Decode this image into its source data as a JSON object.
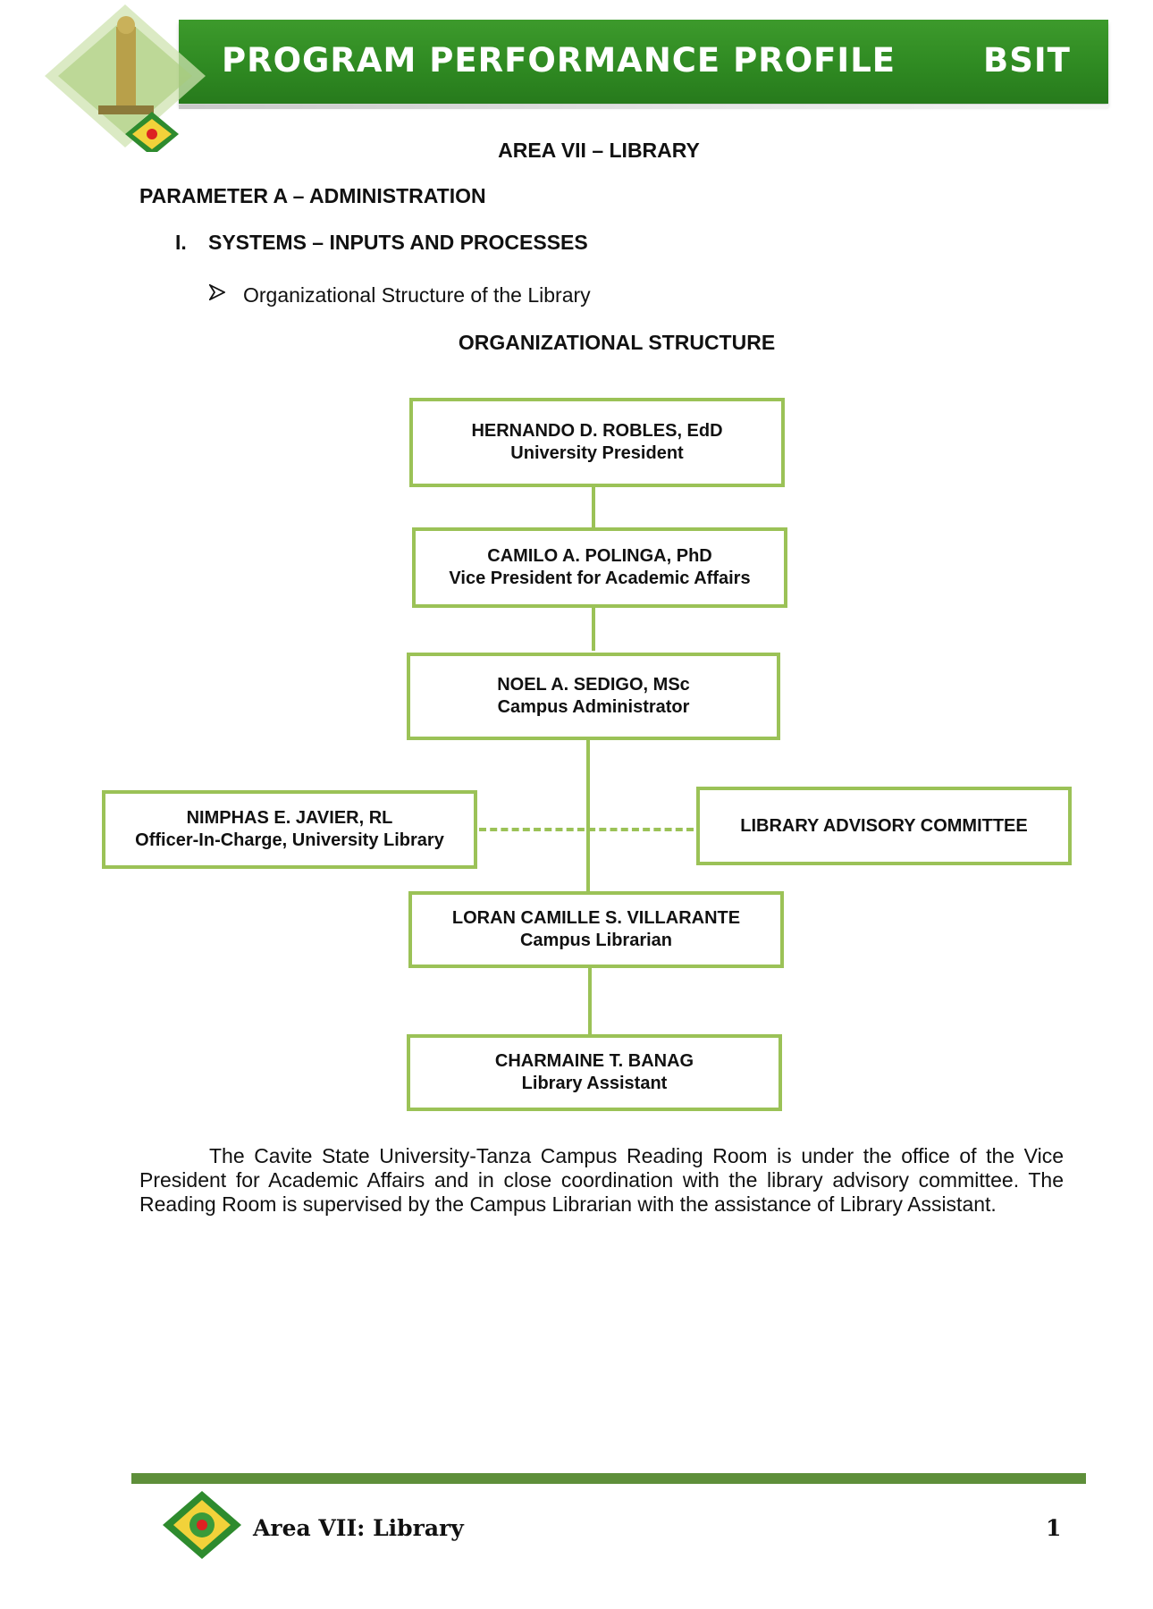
{
  "header": {
    "title": "PROGRAM PERFORMANCE PROFILE",
    "program": "BSIT"
  },
  "headings": {
    "area": "AREA VII – LIBRARY",
    "parameter": "PARAMETER A – ADMINISTRATION",
    "section_number": "I.",
    "section_title": "SYSTEMS – INPUTS AND PROCESSES",
    "bullet": "Organizational Structure of the Library",
    "chart_title": "ORGANIZATIONAL STRUCTURE"
  },
  "org_chart": {
    "president": {
      "name": "HERNANDO D. ROBLES, EdD",
      "role": "University President"
    },
    "vpaa": {
      "name": "CAMILO A. POLINGA, PhD",
      "role": "Vice President for Academic Affairs"
    },
    "campus_admin": {
      "name": "NOEL A. SEDIGO, MSc",
      "role": "Campus Administrator"
    },
    "oic_library": {
      "name": "NIMPHAS E. JAVIER, RL",
      "role": "Officer-In-Charge, University Library"
    },
    "advisory_committee": {
      "name": "LIBRARY ADVISORY COMMITTEE"
    },
    "campus_librarian": {
      "name": "LORAN CAMILLE S. VILLARANTE",
      "role": "Campus Librarian"
    },
    "library_assistant": {
      "name": "CHARMAINE T. BANAG",
      "role": "Library Assistant"
    }
  },
  "paragraph": "The Cavite State University-Tanza Campus Reading Room is under the office of the Vice President for Academic Affairs and in close coordination with the library advisory committee. The Reading Room is supervised by the Campus Librarian with the assistance of Library Assistant.",
  "footer": {
    "title": "Area VII: Library",
    "page_number": "1"
  },
  "colors": {
    "header_green": "#2f8a22",
    "box_border": "#9bc257",
    "footer_line": "#5e8f3a"
  }
}
